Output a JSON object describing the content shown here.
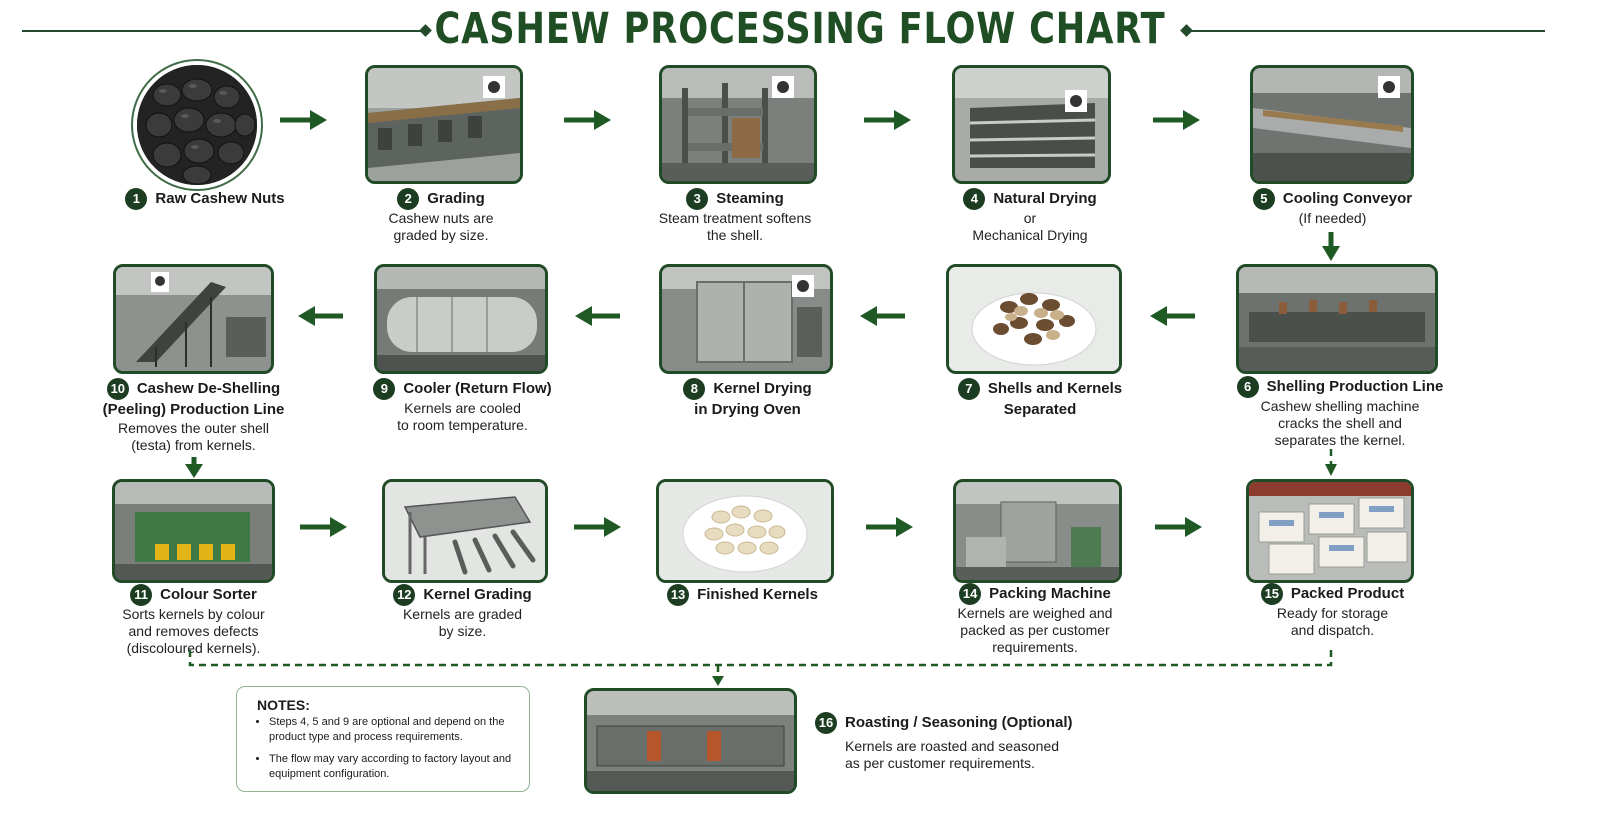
{
  "title": "CASHEW PROCESSING FLOW CHART",
  "colors": {
    "accent": "#1f4d24",
    "badge": "#1d3d22",
    "arrow": "#1f5a25",
    "note_border": "#8fb394"
  },
  "steps": [
    {
      "num": "1",
      "title": "Raw Cashew Nuts"
    },
    {
      "num": "2",
      "title": "Grading",
      "desc": [
        "Cashew nuts are",
        "graded by size."
      ]
    },
    {
      "num": "3",
      "title": "Steaming",
      "desc": [
        "Steam treatment softens",
        "the shell."
      ]
    },
    {
      "num": "4",
      "title": "Natural Drying",
      "desc": [
        "or",
        "Mechanical Drying"
      ]
    },
    {
      "num": "5",
      "title": "Cooling Conveyor",
      "desc": [
        "(If needed)"
      ]
    },
    {
      "num": "6",
      "title": "Shelling Production Line",
      "desc": [
        "Cashew shelling machine",
        "cracks the shell and",
        "separates the kernel."
      ]
    },
    {
      "num": "7",
      "title": "Shells and Kernels",
      "title2": "Separated"
    },
    {
      "num": "8",
      "title": "Kernel Drying",
      "title2": "in Drying Oven"
    },
    {
      "num": "9",
      "title": "Cooler (Return Flow)",
      "desc": [
        "Kernels are cooled",
        "to room temperature."
      ]
    },
    {
      "num": "10",
      "title": "Cashew De-Shelling",
      "title2": "(Peeling) Production Line",
      "desc": [
        "Removes the outer shell",
        "(testa) from kernels."
      ]
    },
    {
      "num": "11",
      "title": "Colour Sorter",
      "desc": [
        "Sorts kernels by colour",
        "and removes defects",
        "(discoloured kernels)."
      ]
    },
    {
      "num": "12",
      "title": "Kernel Grading",
      "desc": [
        "Kernels are graded",
        "by size."
      ]
    },
    {
      "num": "13",
      "title": "Finished Kernels"
    },
    {
      "num": "14",
      "title": "Packing Machine",
      "desc": [
        "Kernels are weighed and",
        "packed as per customer",
        "requirements."
      ]
    },
    {
      "num": "15",
      "title": "Packed Product",
      "desc": [
        "Ready for storage",
        "and dispatch."
      ]
    },
    {
      "num": "16",
      "title": "Roasting / Seasoning (Optional)",
      "desc": [
        "Kernels are roasted and seasoned",
        "as per customer requirements."
      ]
    }
  ],
  "notes": {
    "title": "NOTES:",
    "items": [
      "Steps 4, 5 and 9 are optional and depend on the product type and process requirements.",
      "The flow may vary according to factory layout and equipment configuration."
    ]
  }
}
